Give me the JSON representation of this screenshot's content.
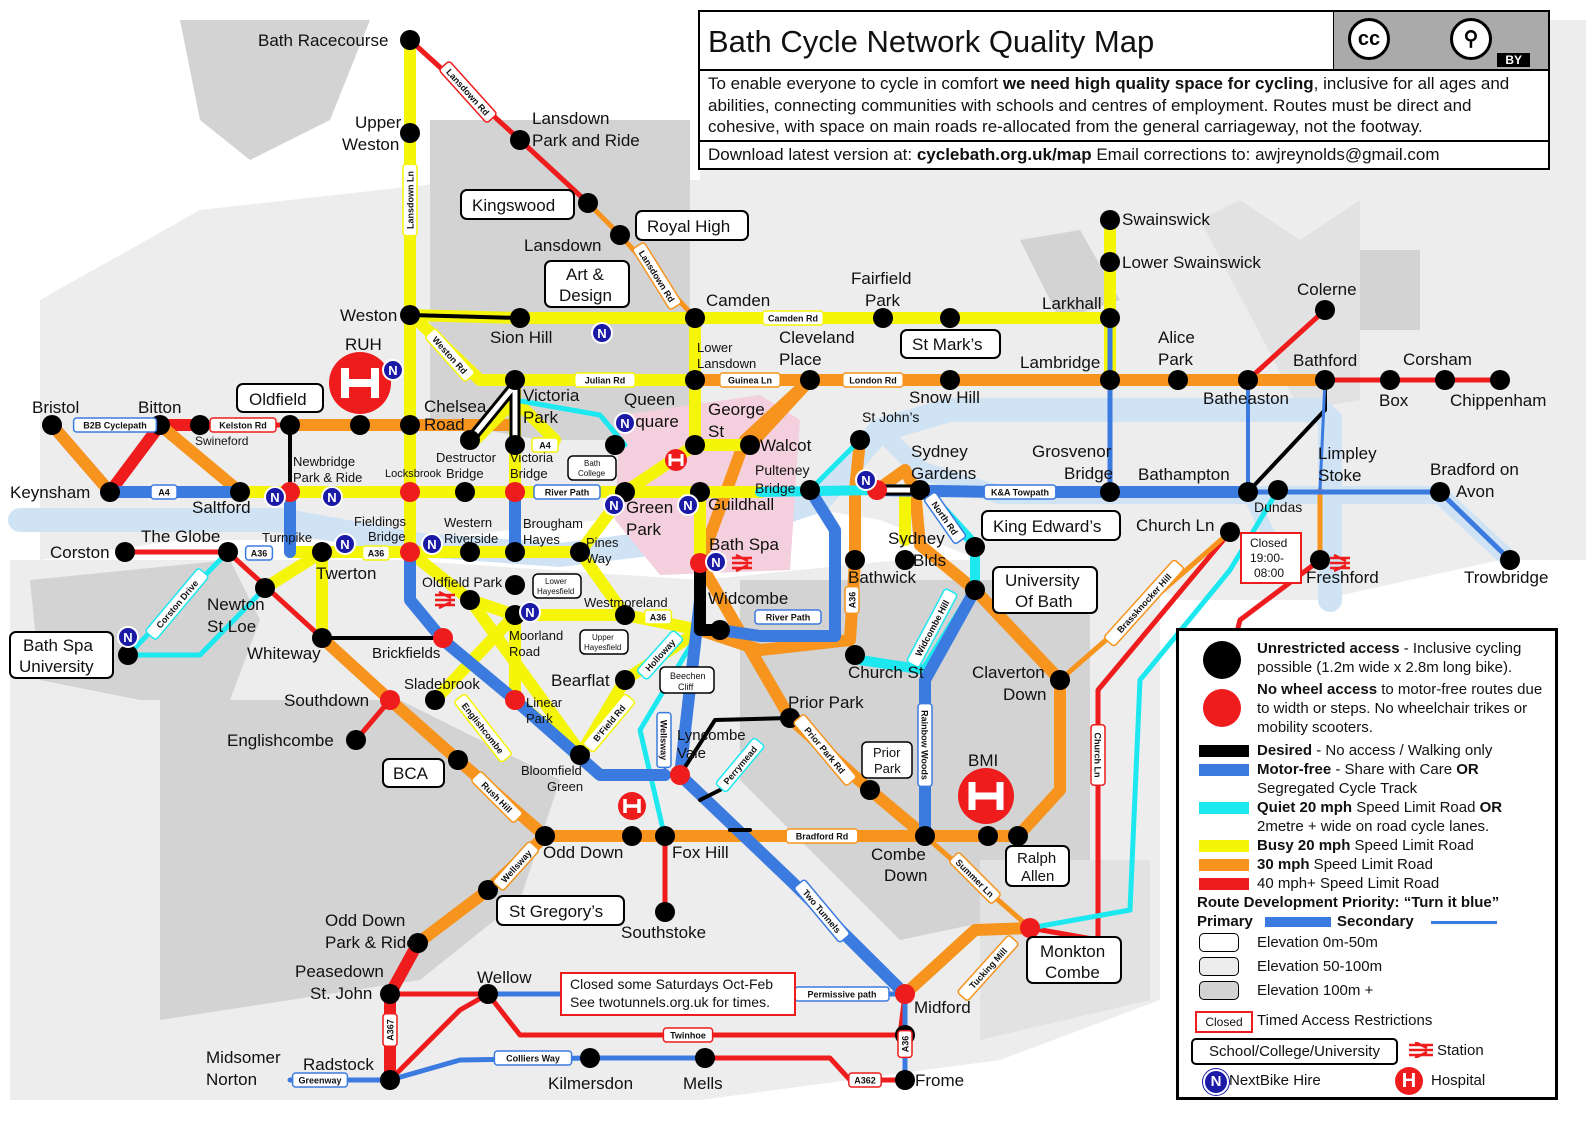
{
  "header": {
    "title": "Bath Cycle Network Quality Map",
    "cc_label": "cc",
    "by_label": "BY",
    "intro_1": "To enable everyone to cycle in comfort ",
    "intro_bold": "we need high quality space for cycling",
    "intro_2": ", inclusive for all ages and abilities, connecting communities with schools and centres of employment. Routes must be direct and cohesive, with space on main roads re-allocated from the general carriageway, not the footway.",
    "download_1": "Download latest version at: ",
    "download_url": "cyclebath.org.uk/map",
    "download_2": " Email corrections to: awjreynolds@gmail.com"
  },
  "colors": {
    "black": "#000000",
    "blue": "#3b7be0",
    "cyan": "#1de8f0",
    "yellow": "#f5f50a",
    "orange": "#f7941d",
    "red": "#ee1c1c",
    "elev_mid": "#ededed",
    "elev_high": "#d3d3d3",
    "river": "#cfe3f5",
    "city": "#f4d0de"
  },
  "legend": {
    "unrestricted_bold": "Unrestricted access",
    "unrestricted_text": " - Inclusive cycling possible (1.2m wide x 2.8m long bike).",
    "nowheel_bold": "No wheel access",
    "nowheel_text": " to motor-free routes due to width or steps. No wheelchair trikes or mobility scooters.",
    "desired_bold": "Desired",
    "desired_text": " - No access / Walking only",
    "motorfree_bold": "Motor-free",
    "motorfree_text": " - Share with Care ",
    "motorfree_or": "OR",
    "motorfree_text2": "Segregated Cycle Track",
    "quiet_bold": "Quiet 20 mph",
    "quiet_text": " Speed Limit Road ",
    "quiet_or": "OR",
    "quiet_text2": "2metre + wide on road cycle lanes.",
    "busy_bold": "Busy 20 mph",
    "busy_text": " Speed Limit Road",
    "thirty_bold": "30 mph",
    "thirty_text": " Speed Limit Road",
    "forty_text": "40 mph+ Speed Limit Road",
    "priority_title": "Route Development Priority: “Turn it blue”",
    "primary": "Primary",
    "secondary": "Secondary",
    "elev1": "Elevation 0m-50m",
    "elev2": "Elevation 50-100m",
    "elev3": "Elevation 100m +",
    "closed_box": "Closed",
    "timed": "Timed Access Restrictions",
    "school_box": "School/College/University",
    "station": "Station",
    "nextbike": "NextBike Hire",
    "hospital": "Hospital"
  },
  "places": {
    "bath_racecourse": "Bath Racecourse",
    "upper": "Upper",
    "weston_u": "Weston",
    "lansdown_pr1": "Lansdown",
    "lansdown_pr2": "Park and Ride",
    "lansdown": "Lansdown",
    "weston": "Weston",
    "sion_hill": "Sion Hill",
    "camden": "Camden",
    "fairfield1": "Fairfield",
    "fairfield2": "Park",
    "larkhall": "Larkhall",
    "swainswick": "Swainswick",
    "lower_swainswick": "Lower Swainswick",
    "colerne": "Colerne",
    "cleveland1": "Cleveland",
    "cleveland2": "Place",
    "lambridge": "Lambridge",
    "alice1": "Alice",
    "alice2": "Park",
    "bathford": "Bathford",
    "corsham": "Corsham",
    "box": "Box",
    "chippenham": "Chippenham",
    "batheaston": "Batheaston",
    "snow_hill": "Snow Hill",
    "rUH": "RUH",
    "bristol": "Bristol",
    "bitton": "Bitton",
    "swineford": "Swineford",
    "chelsea1": "Chelsea",
    "chelsea2": "Road",
    "victoria_park1": "Victoria",
    "victoria_park2": "Park",
    "queen1": "Queen",
    "queen2": "Square",
    "george1": "George",
    "george2": "St",
    "walcot": "Walcot",
    "st_johns": "St John’s",
    "sydney_gardens1": "Sydney",
    "sydney_gardens2": "Gardens",
    "grosvenor1": "Grosvenor",
    "grosvenor2": "Bridge",
    "bathampton": "Bathampton",
    "limpley1": "Limpley",
    "limpley2": "Stoke",
    "bradford_avon1": "Bradford on",
    "bradford_avon2": "Avon",
    "dundas": "Dundas",
    "keynsham": "Keynsham",
    "saltford": "Saltford",
    "newbridge1": "Newbridge",
    "newbridge2": "Park & Ride",
    "locksbrook": "Locksbrook",
    "destructor1": "Destructor",
    "destructor2": "Bridge",
    "victoria_bridge1": "Victoria",
    "victoria_bridge2": "Bridge",
    "green_park1": "Green",
    "green_park2": "Park",
    "guildhall": "Guildhall",
    "pulteney1": "Pulteney",
    "pulteney2": "Bridge",
    "church_ln": "Church Ln",
    "trowbridge": "Trowbridge",
    "freshford": "Freshford",
    "corston": "Corston",
    "the_globe": "The Globe",
    "turnpike": "Turnpike",
    "fieldings1": "Fieldings",
    "fieldings2": "Bridge",
    "western_riverside1": "Western",
    "western_riverside2": "Riverside",
    "brougham1": "Brougham",
    "brougham2": "Hayes",
    "pines1": "Pines",
    "pines2": "Way",
    "bath_spa": "Bath Spa",
    "widcombe": "Widcombe",
    "sydney_blds1": "Sydney",
    "sydney_blds2": "Blds",
    "bathwick": "Bathwick",
    "newton1": "Newton",
    "newton2": "St Loe",
    "twerton": "Twerton",
    "oldfield_park": "Oldfield Park",
    "westmoreland": "Westmoreland",
    "whiteway": "Whiteway",
    "brickfields": "Brickfields",
    "moorland1": "Moorland",
    "moorland2": "Road",
    "church_st": "Church St",
    "claverton1": "Claverton",
    "claverton2": "Down",
    "sladebrook": "Sladebrook",
    "bearflat": "Bearflat",
    "southdown": "Southdown",
    "linear1": "Linear",
    "linear2": "Park",
    "prior_park": "Prior Park",
    "lyncombe1": "Lyncombe",
    "lyncombe2": "Vale",
    "englishcombe": "Englishcombe",
    "bmi": "BMI",
    "bloomfield1": "Bloomfield",
    "bloomfield2": "Green",
    "odd_down": "Odd Down",
    "fox_hill": "Fox Hill",
    "combe1": "Combe",
    "combe2": "Down",
    "odd_down_pr1": "Odd Down",
    "odd_down_pr2": "Park & Ride",
    "southstoke": "Southstoke",
    "peasedown1": "Peasedown",
    "peasedown2": "St. John",
    "wellow": "Wellow",
    "midford": "Midford",
    "midsomer1": "Midsomer",
    "midsomer2": "Norton",
    "radstock": "Radstock",
    "kilmersdon": "Kilmersdon",
    "mells": "Mells",
    "frome": "Frome"
  },
  "schools": {
    "kingswood": "Kingswood",
    "royal_high": "Royal High",
    "art1": "Art &",
    "art2": "Design",
    "st_marks": "St Mark’s",
    "oldfield": "Oldfield",
    "bath_college1": "Bath",
    "bath_college2": "College",
    "king_edwards": "King Edward’s",
    "university1": "University",
    "university2": "Of Bath",
    "bath_spa_uni1": "Bath Spa",
    "bath_spa_uni2": "University",
    "lower_hayesfield1": "Lower",
    "lower_hayesfield2": "Hayesfield",
    "upper_hayesfield1": "Upper",
    "upper_hayesfield2": "Hayesfield",
    "beechen1": "Beechen",
    "beechen2": "Cliff",
    "prior_park_sch1": "Prior",
    "prior_park_sch2": "Park",
    "ralph1": "Ralph",
    "ralph2": "Allen",
    "bca": "BCA",
    "st_gregorys": "St Gregory’s",
    "monkton1": "Monkton",
    "monkton2": "Combe"
  },
  "closures": {
    "freshford_closed1": "Closed",
    "freshford_closed2": "19:00-",
    "freshford_closed3": "08:00",
    "two_tunnels1": "Closed some Saturdays Oct-Feb",
    "two_tunnels2": "See twotunnels.org.uk for times."
  },
  "roads": {
    "lansdown_rd": "Lansdown Rd",
    "lansdown_ln": "Lansdown Ln",
    "lansdown_rd2": "Lansdown Rd",
    "camden_rd": "Camden Rd",
    "weston_rd": "Weston Rd",
    "julian_rd": "Julian Rd",
    "guinea_ln": "Guinea Ln",
    "london_rd": "London Rd",
    "lower_lansdown1": "Lower",
    "lower_lansdown2": "Lansdown",
    "kelston_rd": "Kelston Rd",
    "b2b": "B2B Cyclepath",
    "a4_west": "A4",
    "a4_centre": "A4",
    "river_path": "River Path",
    "river_path2": "River Path",
    "ka_towpath": "K&A Towpath",
    "north_rd": "North Rd",
    "a36_w": "A36",
    "a36_w2": "A36",
    "a36_c": "A36",
    "a36_bw": "A36",
    "a36_s": "A36",
    "corston_drive": "Corston Drive",
    "widcombe_hill": "Widcombe Hill",
    "brassknocker": "Brassknocker Hill",
    "holloway": "Holloway",
    "englishcombe_ln": "Englishcombe",
    "bfield_rd": "B’Field Rd",
    "wellsway": "Wellsway",
    "wellsway2": "Wellsway",
    "perrymead": "Perrymead",
    "prior_park_rd": "Prior Park Rd",
    "rainbow_woods": "Rainbow Woods",
    "church_ln_rd": "Church Ln",
    "rush_hill": "Rush Hill",
    "bradford_rd": "Bradford Rd",
    "two_tunnels": "Two Tunnels",
    "summer_ln": "Summer Ln",
    "tucking_mill": "Tucking Mill",
    "permissive_path": "Permissive path",
    "twinhoe": "Twinhoe",
    "colliers_way": "Colliers Way",
    "greenway": "Greenway",
    "a367": "A367",
    "a362": "A362",
    "a36_frome": "A36"
  }
}
